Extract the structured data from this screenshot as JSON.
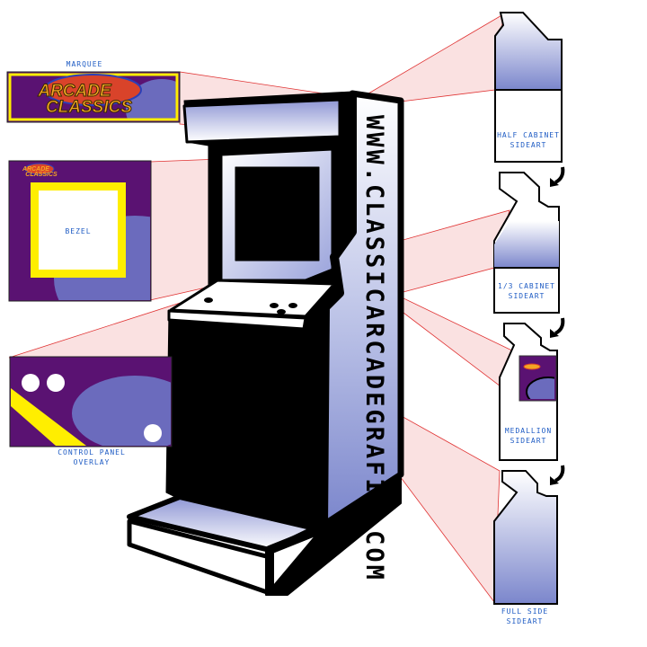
{
  "labels": {
    "marquee": "MARQUEE",
    "bezel": "BEZEL",
    "control_panel_overlay": "CONTROL PANEL\nOVERLAY",
    "half_cabinet_sideart": "HALF CABINET\nSIDEART",
    "third_cabinet_sideart": "1/3 CABINET\nSIDEART",
    "medallion_sideart": "MEDALLION\nSIDEART",
    "full_side_sideart": "FULL SIDE\nSIDEART"
  },
  "brand": {
    "line1": "ARCADE",
    "line2": "CLASSICS"
  },
  "cabinet_side_text": "WWW.CLASSICARCADEGRAFIX.COM",
  "icons": [
    "arrow-down-icon"
  ],
  "colors": {
    "panel_purple": "#5a1272",
    "panel_lavender": "#6b6bbd",
    "frame_yellow": "#ffee00",
    "sideart_blue": "#7b86cc",
    "guide_line_red": "#e03333",
    "guide_fill_pink": "#f6c8c8",
    "label_blue": "#1f5cc4",
    "marquee_orange": "#f5a623"
  }
}
